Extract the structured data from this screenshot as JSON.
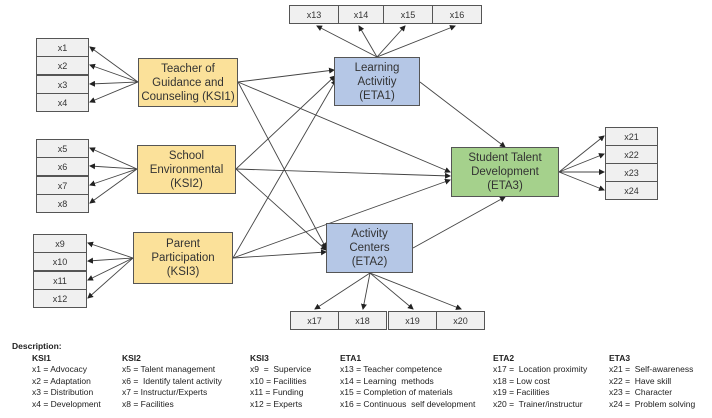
{
  "latents": {
    "ksi1": {
      "label": "Teacher of\nGuidance and\nCounseling  (KSI1)",
      "color": "#fbe19a"
    },
    "ksi2": {
      "label": "School\nEnvironmental\n(KSI2)",
      "color": "#fbe19a"
    },
    "ksi3": {
      "label": "Parent\nParticipation\n(KSI3)",
      "color": "#fbe19a"
    },
    "eta1": {
      "label": "Learning\nActivitiy\n(ETA1)",
      "color": "#b5c7e6"
    },
    "eta2": {
      "label": "Activity\nCenters\n(ETA2)",
      "color": "#b5c7e6"
    },
    "eta3": {
      "label": "Student Talent\nDevelopment\n(ETA3)",
      "color": "#a5d18c"
    }
  },
  "indicators": [
    "x1",
    "x2",
    "x3",
    "x4",
    "x5",
    "x6",
    "x7",
    "x8",
    "x9",
    "x10",
    "x11",
    "x12",
    "x13",
    "x14",
    "x15",
    "x16",
    "x17",
    "x18",
    "x19",
    "x20",
    "x21",
    "x22",
    "x23",
    "x24"
  ],
  "paths": [
    [
      "ksi1",
      "eta1"
    ],
    [
      "ksi1",
      "eta2"
    ],
    [
      "ksi1",
      "eta3"
    ],
    [
      "ksi2",
      "eta1"
    ],
    [
      "ksi2",
      "eta2"
    ],
    [
      "ksi2",
      "eta3"
    ],
    [
      "ksi3",
      "eta1"
    ],
    [
      "ksi3",
      "eta2"
    ],
    [
      "ksi3",
      "eta3"
    ],
    [
      "eta1",
      "eta3"
    ],
    [
      "eta2",
      "eta3"
    ]
  ],
  "description": {
    "title": "Description:",
    "groups": [
      {
        "name": "KSI1",
        "items": [
          "x1 = Advocacy",
          "x2 = Adaptation",
          "x3 = Distribution",
          "x4 = Development"
        ]
      },
      {
        "name": "KSI2",
        "items": [
          "x5 = Talent management",
          "x6 =  Identify talent activity",
          "x7 = Instructur/Experts",
          "x8 = Facilities"
        ]
      },
      {
        "name": "KSI3",
        "items": [
          "x9  =  Supervice",
          "x10 = Facilities",
          "x11 = Funding",
          "x12 = Experts"
        ]
      },
      {
        "name": "ETA1",
        "items": [
          "x13 = Teacher competence",
          "x14 = Learning  methods",
          "x15 = Completion of materials",
          "x16 = Continuous  self development"
        ]
      },
      {
        "name": "ETA2",
        "items": [
          "x17 =  Location proximity",
          "x18 = Low cost",
          "x19 = Facilities",
          "x20 =  Trainer/instructur"
        ]
      },
      {
        "name": "ETA3",
        "items": [
          "x21 =  Self-awareness",
          "x22 =  Have skill",
          "x23 =  Character",
          "x24 =  Problem solving"
        ]
      }
    ]
  }
}
